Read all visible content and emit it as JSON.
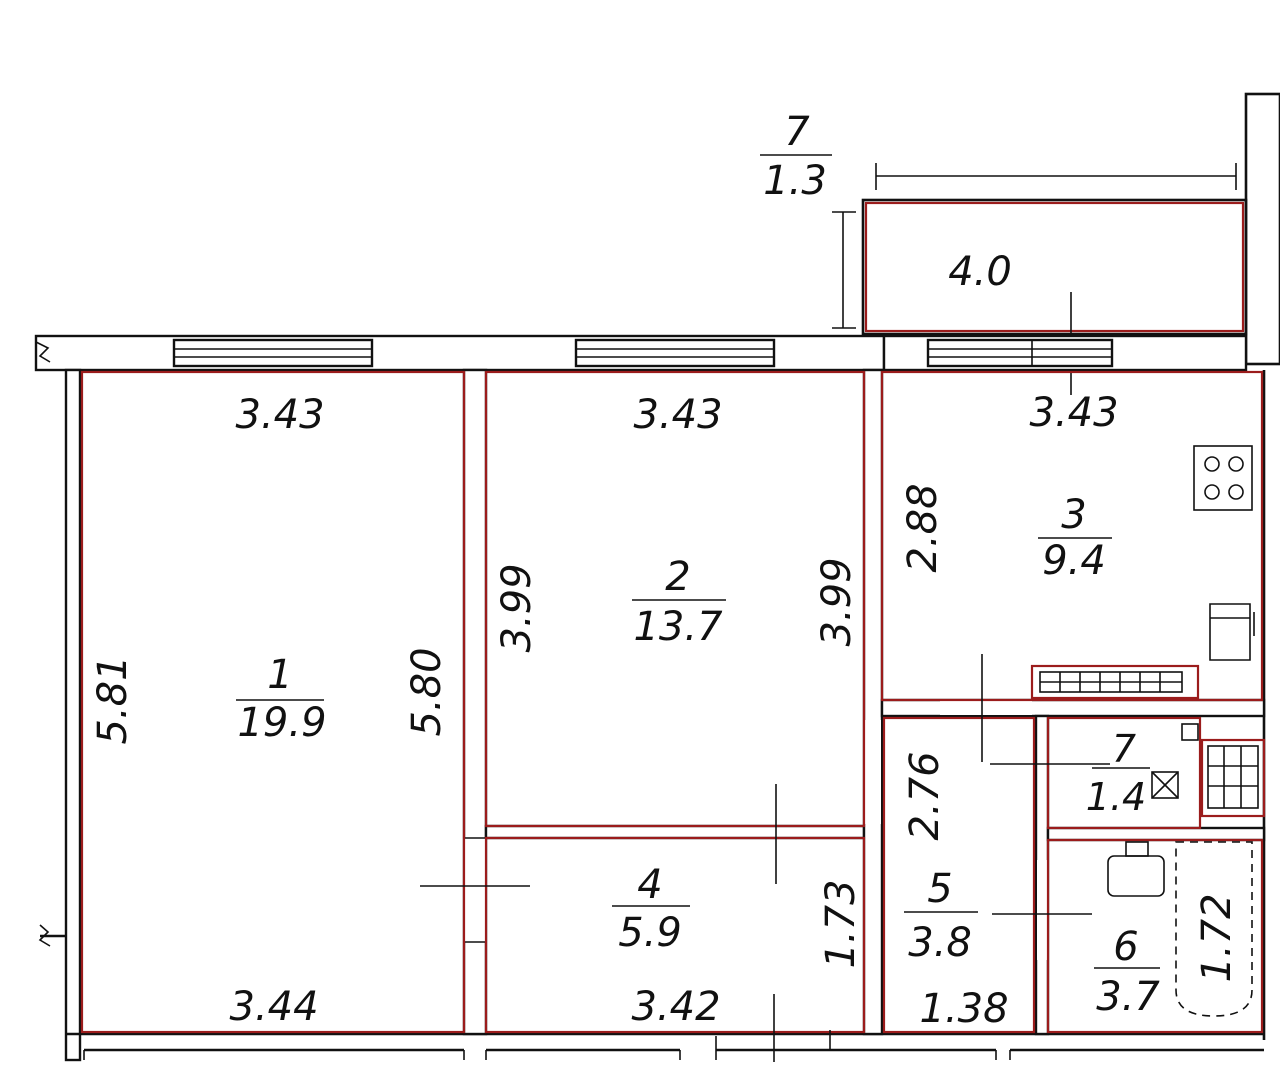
{
  "rooms": [
    {
      "number": "1",
      "area": "19.9"
    },
    {
      "number": "2",
      "area": "13.7"
    },
    {
      "number": "3",
      "area": "9.4"
    },
    {
      "number": "4",
      "area": "5.9"
    },
    {
      "number": "5",
      "area": "3.8"
    },
    {
      "number": "6",
      "area": "3.7"
    },
    {
      "number": "7",
      "area": "1.4"
    }
  ],
  "balcony": {
    "number": "7",
    "area": "1.3",
    "length": "4.0"
  },
  "dimensions": {
    "room1_top": "3.43",
    "room1_left": "5.81",
    "room1_right": "5.80",
    "room1_bottom": "3.44",
    "room2_top": "3.43",
    "room2_left": "3.99",
    "room2_right": "3.99",
    "room3_top": "3.43",
    "room3_left": "2.88",
    "room4_right": "1.73",
    "room4_bottom": "3.42",
    "room5_left": "2.76",
    "room5_bottom": "1.38",
    "room6_right": "1.72"
  },
  "colors": {
    "outline": "#9b1c1c",
    "line": "#111111"
  }
}
